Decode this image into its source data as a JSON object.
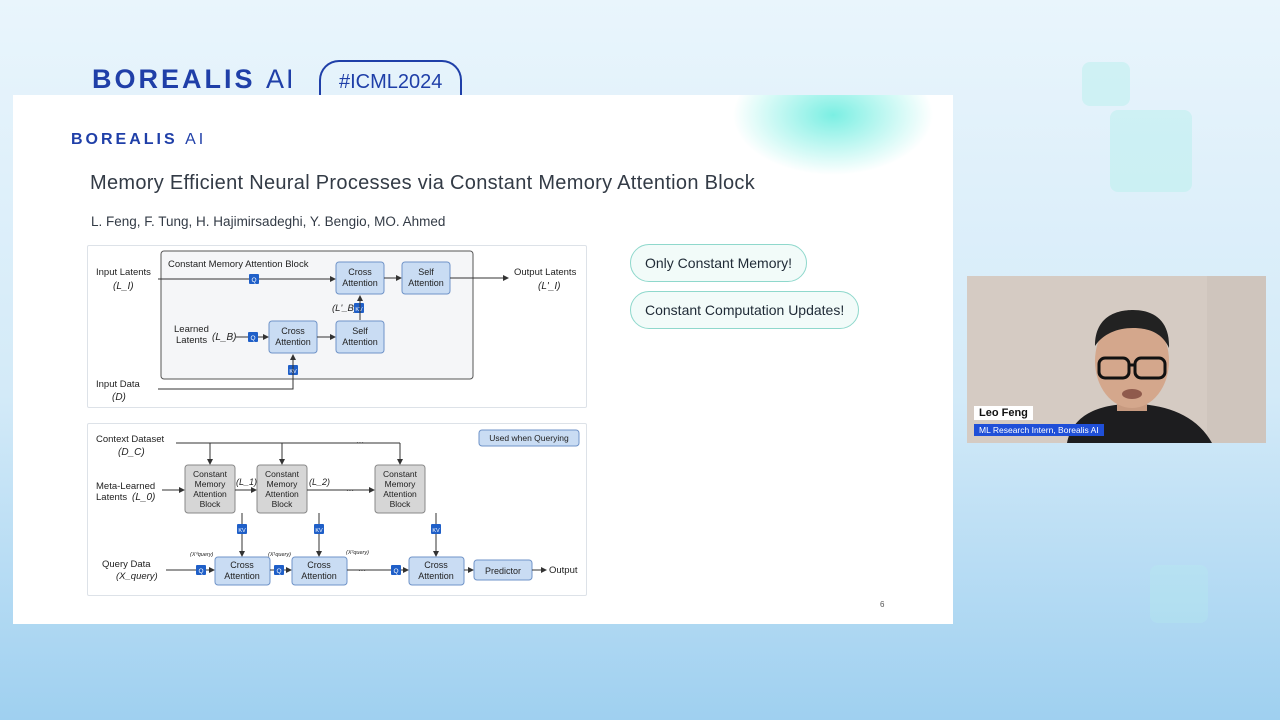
{
  "header": {
    "logo_main": "BOREALIS",
    "logo_ai": "AI",
    "hashtag": "#ICML2024"
  },
  "slide": {
    "logo_main": "BOREALIS",
    "logo_ai": "AI",
    "title": "Memory Efficient Neural Processes via Constant Memory Attention Block",
    "authors": "L. Feng, F. Tung, H. Hajimirsadeghi, Y. Bengio, MO. Ahmed",
    "page_number": "6",
    "pills": [
      "Only Constant Memory!",
      "Constant Computation Updates!"
    ]
  },
  "figure_top": {
    "block_title": "Constant Memory Attention Block",
    "input_latents": "Input Latents",
    "input_latents_sym": "(L_I)",
    "output_latents": "Output Latents",
    "output_latents_sym": "(L'_I)",
    "learned_latents_1": "Learned",
    "learned_latents_2": "Latents",
    "learned_sym": "(L_B)",
    "lb_prime_sym": "(L'_B)",
    "input_data": "Input Data",
    "input_data_sym": "(D)",
    "cross_1": "Cross",
    "cross_2": "Attention",
    "self_1": "Self",
    "self_2": "Attention",
    "q": "Q",
    "kv": "KV"
  },
  "figure_bottom": {
    "context_dataset": "Context Dataset",
    "context_sym": "(D_C)",
    "used_when_querying": "Used when Querying",
    "meta_1": "Meta-Learned",
    "meta_2": "Latents",
    "meta_sym": "(L_0)",
    "cmab_1": "Constant",
    "cmab_2": "Memory",
    "cmab_3": "Attention",
    "cmab_4": "Block",
    "l1": "(L_1)",
    "l2": "(L_2)",
    "dots": "···",
    "query_1": "Query Data",
    "query_sym": "(X_query)",
    "xq0": "(X⁰query)",
    "xq1": "(X¹query)",
    "xq2": "(X²query)",
    "cross_1": "Cross",
    "cross_2": "Attention",
    "predictor": "Predictor",
    "output": "Output",
    "q": "Q",
    "kv": "KV"
  },
  "webcam": {
    "name": "Leo Feng",
    "role": "ML Research Intern, Borealis AI"
  },
  "colors": {
    "brand": "#1f3fa8",
    "block_fill": "#c9dcf3",
    "block_stroke": "#6f93c8",
    "gray_block": "#d6d6d6",
    "badge": "#1f5fc8",
    "pill_border": "#8fd8cc"
  }
}
